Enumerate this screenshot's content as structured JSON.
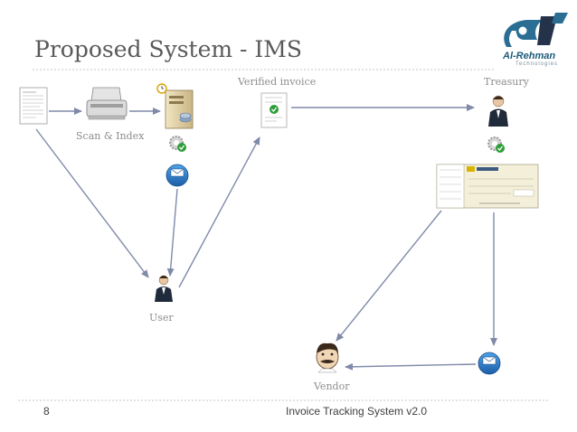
{
  "slide": {
    "title": "Proposed System - IMS",
    "page_number": "8",
    "footer_text": "Invoice Tracking System v2.0"
  },
  "logo": {
    "name": "Al-Rehman",
    "tagline": "Technologies"
  },
  "labels": {
    "scan_index": "Scan & Index",
    "verified_invoice": "Verified invoice",
    "treasury": "Treasury",
    "user": "User",
    "vendor": "Vendor"
  },
  "icons": {
    "email": "Email"
  },
  "colors": {
    "arrow": "#7f8aa8",
    "accent": "#2c6fb3",
    "title": "#5a5a5a"
  }
}
